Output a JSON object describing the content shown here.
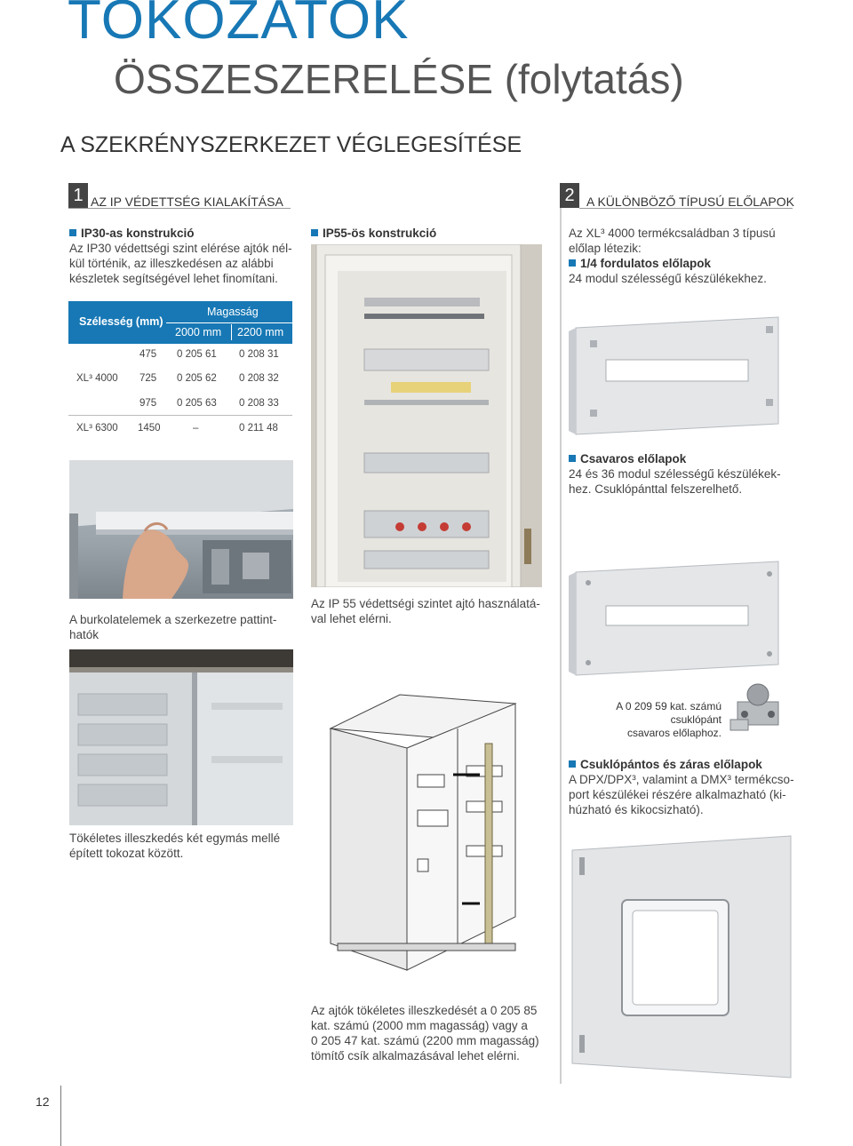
{
  "header": {
    "title_line1": "TOKOZATOK",
    "title_line2": "ÖSSZESZERELÉSE (folytatás)",
    "section_title": "A SZEKRÉNYSZERKEZET VÉGLEGESÍTÉSE"
  },
  "section1": {
    "number": "1",
    "title": "AZ IP VÉDETTSÉG KIALAKÍTÁSA",
    "ip30_title": "IP30-as konstrukció",
    "ip30_text": [
      "Az IP30 védettségi szint elérése ajtók nél-",
      "kül történik, az illeszkedésen az alábbi",
      "készletek segítségével lehet finomítani."
    ],
    "ip55_title": "IP55-ös konstrukció"
  },
  "table": {
    "header_width": "Szélesség (mm)",
    "header_height": "Magasság",
    "col1": "2000 mm",
    "col2": "2200 mm",
    "rows": [
      {
        "label": "",
        "width": "475",
        "c1": "0 205 61",
        "c2": "0 208 31"
      },
      {
        "label": "XL³ 4000",
        "width": "725",
        "c1": "0 205 62",
        "c2": "0 208 32"
      },
      {
        "label": "",
        "width": "975",
        "c1": "0 205 63",
        "c2": "0 208 33"
      },
      {
        "label": "XL³ 6300",
        "width": "1450",
        "c1": "–",
        "c2": "0 211 48"
      }
    ]
  },
  "captions": {
    "clip": [
      "A burkolatelemek a szerkezetre pattint-",
      "hatók"
    ],
    "fit": [
      "Tökéletes illeszkedés két egymás mellé",
      "épített tokozat között."
    ],
    "ip55": [
      "Az IP 55 védettségi szintet ajtó használatá-",
      "val lehet elérni."
    ],
    "doors": [
      "Az ajtók tökéletes illeszkedését a 0 205 85",
      "kat. számú (2000 mm magasság) vagy a",
      "0 205 47 kat. számú (2200 mm magasság)",
      "tömítő csík alkalmazásával lehet elérni."
    ]
  },
  "section2": {
    "number": "2",
    "title": "A KÜLÖNBÖZŐ TÍPUSÚ ELŐLAPOK",
    "intro": [
      "Az XL³ 4000 termékcsaládban 3 típusú",
      "előlap létezik:"
    ],
    "quarter_title": "1/4 fordulatos előlapok",
    "quarter_text": "24 modul szélességű készülékekhez.",
    "screw_title": "Csavaros előlapok",
    "screw_text": [
      "24 és 36 modul szélességű készülékek-",
      "hez. Csuklópánttal felszerelhető."
    ],
    "hinge_caption": [
      "A 0 209 59 kat. számú csuklópánt",
      "csavaros előlaphoz."
    ],
    "hinged_title": "Csuklópántos és záras előlapok",
    "hinged_text": [
      "A DPX/DPX³, valamint a DMX³ termékcso-",
      "port készülékei részére alkalmazható (ki-",
      "húzható és kikocsizható)."
    ]
  },
  "footer": {
    "page_number": "12"
  }
}
